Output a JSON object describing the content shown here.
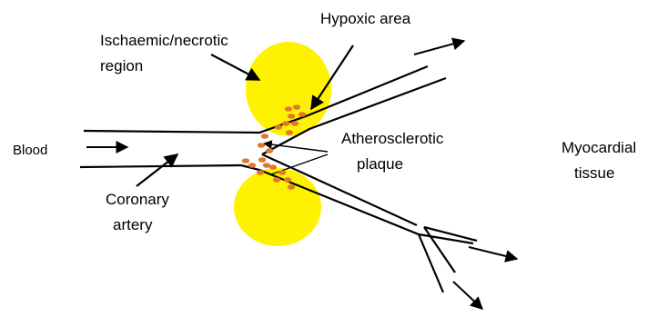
{
  "labels": {
    "ischaemic_line1": "Ischaemic/necrotic",
    "ischaemic_line2": "region",
    "hypoxic": "Hypoxic area",
    "blood": "Blood",
    "athero_line1": "Atherosclerotic",
    "athero_line2": "plaque",
    "myocardial_line1": "Myocardial",
    "myocardial_line2": "tissue",
    "coronary_line1": "Coronary",
    "coronary_line2": "artery"
  },
  "colors": {
    "region_fill": "#FFF200",
    "plaque_fill": "#E07830",
    "line": "#000000"
  }
}
